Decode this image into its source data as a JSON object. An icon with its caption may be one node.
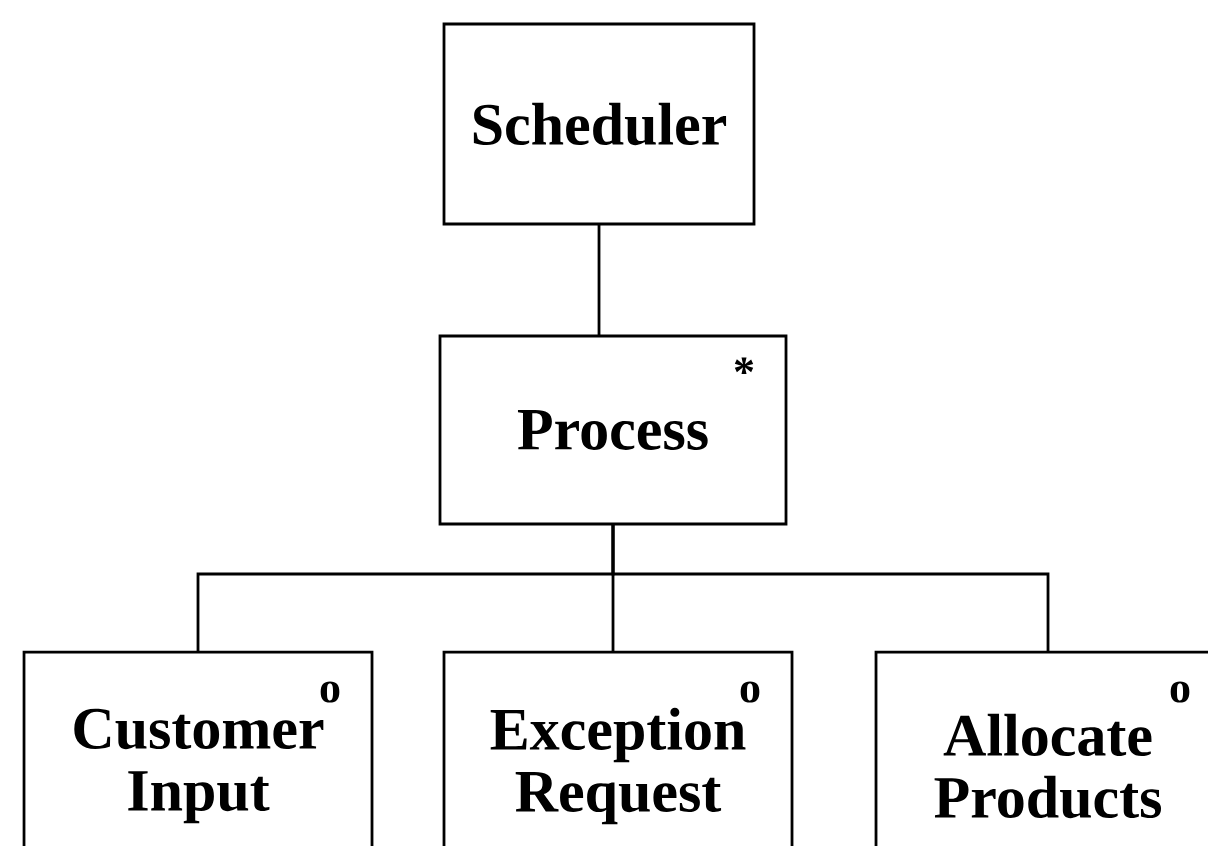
{
  "diagram": {
    "nodes": [
      {
        "text": [
          "Scheduler"
        ]
      },
      {
        "text": [
          "*",
          "Process"
        ]
      },
      {
        "text": [
          "o",
          "Customer Input"
        ]
      },
      {
        "text": [
          "o",
          "Exception Request"
        ]
      },
      {
        "text": [
          "o",
          "Allocate Products"
        ]
      }
    ],
    "edges": [
      {
        "from": 0,
        "to": 1,
        "arrow": "none"
      },
      {
        "from": 1,
        "to": 2,
        "arrow": "none"
      },
      {
        "from": 1,
        "to": 3,
        "arrow": "none"
      },
      {
        "from": 1,
        "to": 4,
        "arrow": "none"
      }
    ]
  }
}
